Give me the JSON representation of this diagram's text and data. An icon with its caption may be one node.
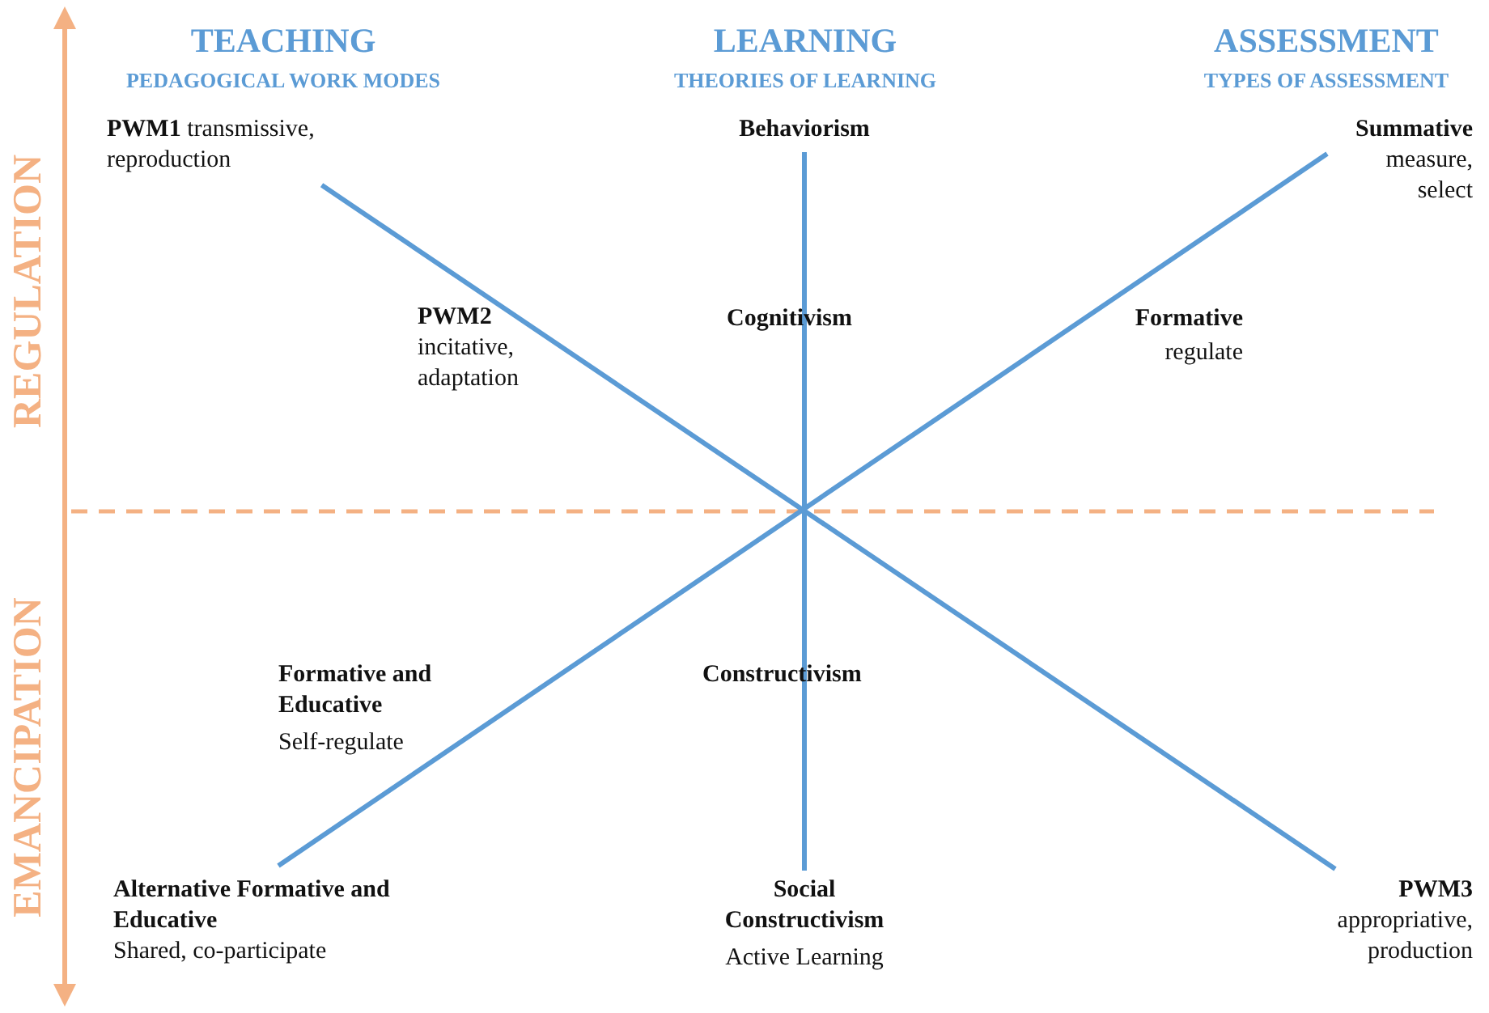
{
  "diagram": {
    "nodes": [
      {
        "text": [
          "**PWM1** transmissive, reproduction"
        ]
      },
      {
        "text": [
          "Behaviorism"
        ]
      },
      {
        "text": [
          "Summative",
          "measure, select"
        ]
      },
      {
        "text": [
          "Alternative Formative and Educative",
          "Shared, co-participate"
        ]
      },
      {
        "text": [
          "Social Constructivism",
          "Active Learning"
        ]
      },
      {
        "text": [
          "PWM3",
          "appropriative, production"
        ]
      }
    ],
    "edges": [
      {
        "from": 0,
        "to": 5,
        "arrow": "none"
      },
      {
        "from": 1,
        "to": 4,
        "arrow": "none"
      },
      {
        "from": 2,
        "to": 3,
        "arrow": "none"
      }
    ],
    "labels": [
      "TEACHING",
      "PEDAGOGICAL WORK MODES",
      "LEARNING",
      "THEORIES OF LEARNING",
      "ASSESSMENT",
      "TYPES OF ASSESSMENT",
      "REGULATION",
      "PWM2",
      "incitative, adaptation",
      "Cognitivism",
      "Formative",
      "regulate",
      "EMANCIPATION",
      "Formative and Educative",
      "Self-regulate",
      "Constructivism"
    ]
  }
}
